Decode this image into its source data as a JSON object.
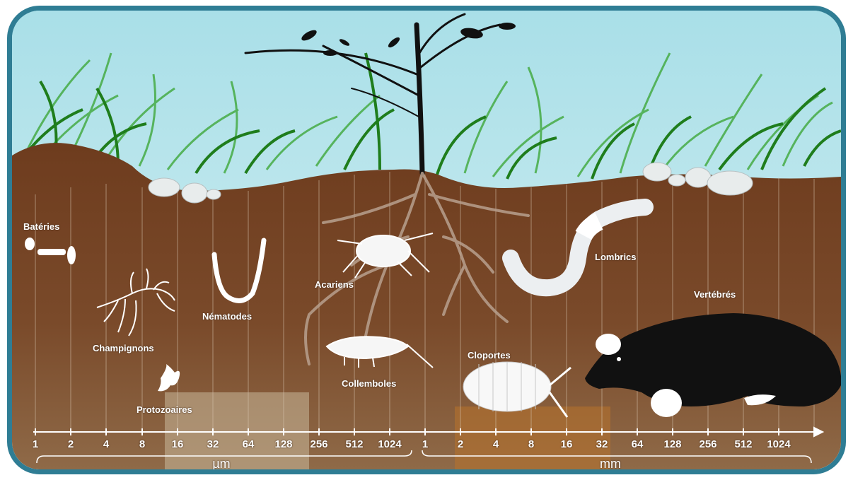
{
  "organisms": {
    "bacteries": "Batéries",
    "champignons": "Champignons",
    "protozoaires": "Protozoaires",
    "nematodes": "Nématodes",
    "acariens": "Acariens",
    "collemboles": "Collemboles",
    "cloportes": "Cloportes",
    "lombrics": "Lombrics",
    "vertebres": "Vertébrés"
  },
  "scale": {
    "um_ticks": [
      "1",
      "2",
      "4",
      "8",
      "16",
      "32",
      "64",
      "128",
      "256",
      "512",
      "1024"
    ],
    "mm_ticks": [
      "1",
      "2",
      "4",
      "8",
      "16",
      "32",
      "64",
      "128",
      "256",
      "512",
      "1024"
    ],
    "um_unit": "µm",
    "mm_unit": "mm"
  },
  "colors": {
    "frame": "#2f7d94",
    "sky": "#b6e3ea",
    "soil": "#6b3d22",
    "grass": "#2f9a2a",
    "mole": "#111111"
  }
}
